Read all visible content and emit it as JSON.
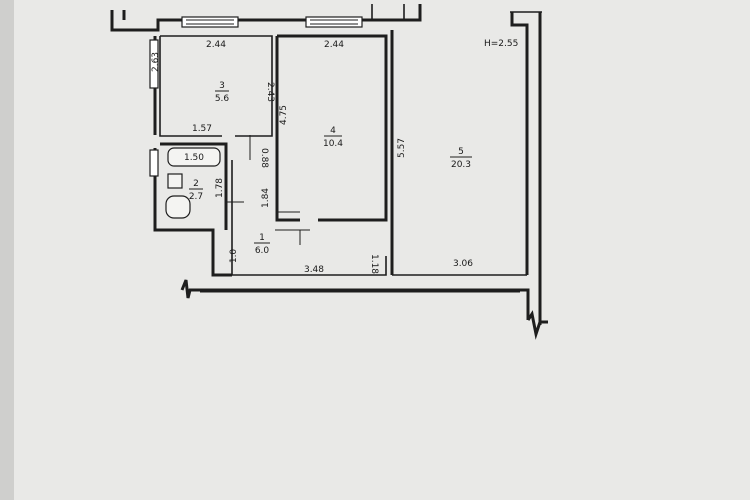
{
  "plan": {
    "ceiling_height": "H=2.55",
    "rooms": [
      {
        "number": "3",
        "area": "5.6"
      },
      {
        "number": "4",
        "area": "10.4"
      },
      {
        "number": "5",
        "area": "20.3"
      },
      {
        "number": "2",
        "area": "2.7"
      },
      {
        "number": "1",
        "area": "6.0"
      }
    ],
    "dimensions": {
      "room3_width": "2.44",
      "room4_width": "2.44",
      "room3_depth": "2.43",
      "room4_depth": "4.75",
      "room5_depth": "5.57",
      "bath_top": "1.57",
      "bath_inner": "1.50",
      "bath_side": "1.78",
      "bath_door": "0.88",
      "corridor_side": "1.84",
      "hall_left": "1.0",
      "hall_width": "3.48",
      "hall_right": "1.18",
      "room5_width": "3.06",
      "outer_wall": "2.63"
    }
  }
}
